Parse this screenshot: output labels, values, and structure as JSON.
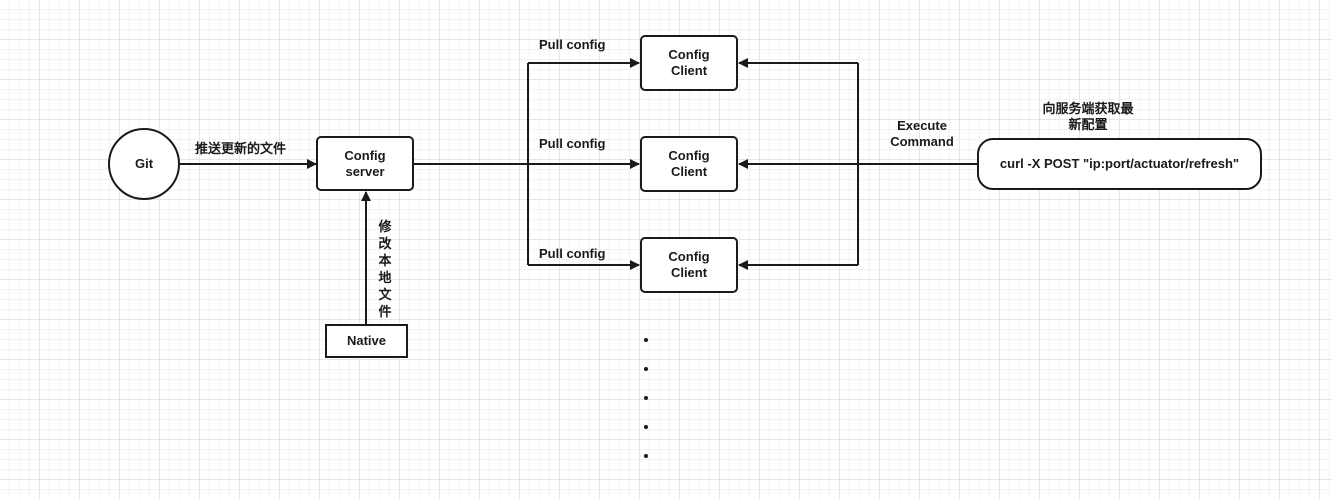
{
  "nodes": {
    "git": "Git",
    "config_server_line1": "Config",
    "config_server_line2": "server",
    "native": "Native",
    "client_line1": "Config",
    "client_line2": "Client",
    "curl_command": "curl -X POST \"ip:port/actuator/refresh\""
  },
  "labels": {
    "push_update": "推送更新的文件",
    "modify_local": "修改本地文件",
    "pull_config": "Pull config",
    "execute_command_line1": "Execute",
    "execute_command_line2": "Command",
    "fetch_latest_line1": "向服务端获取最",
    "fetch_latest_line2": "新配置"
  },
  "colors": {
    "stroke": "#1a1a1a",
    "grid": "#e6e6e6"
  }
}
